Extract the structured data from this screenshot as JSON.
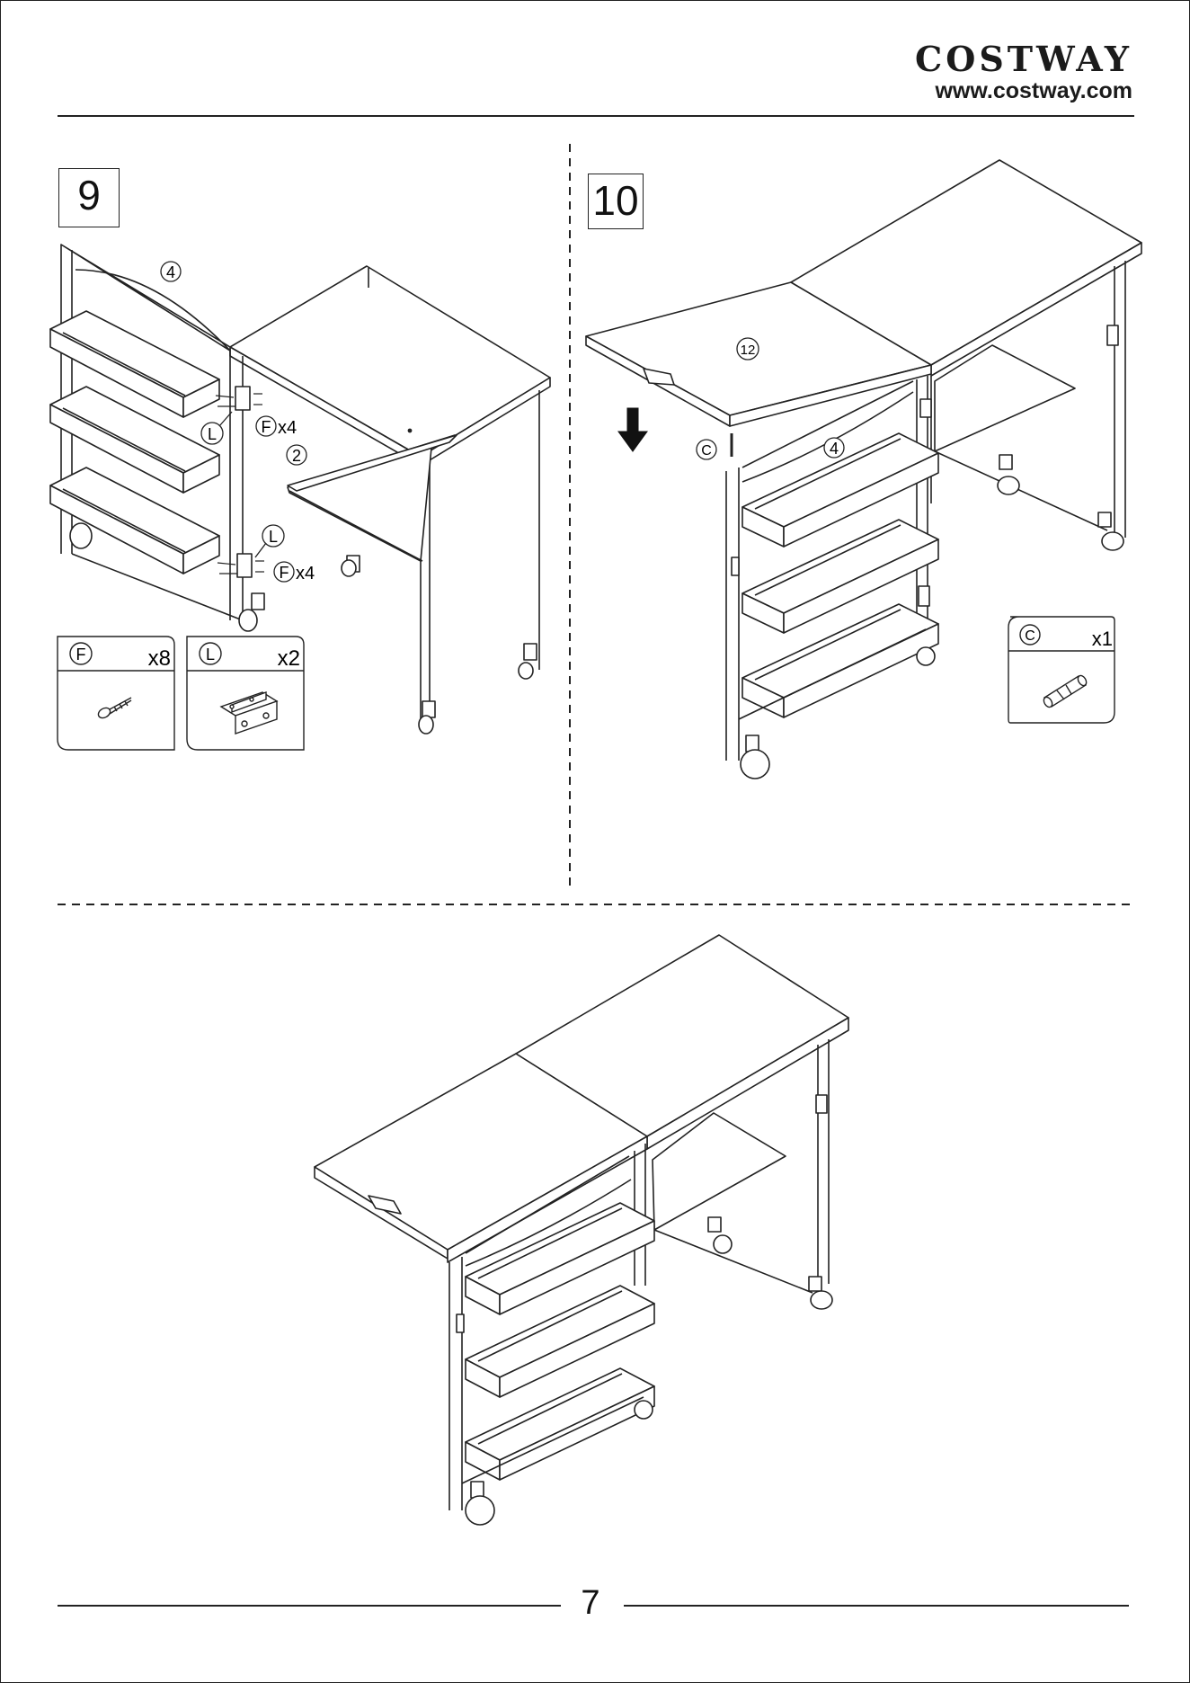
{
  "brand": {
    "name": "COSTWAY",
    "url": "www.costway.com"
  },
  "steps": [
    {
      "number": "9"
    },
    {
      "number": "10"
    }
  ],
  "step9": {
    "callouts": {
      "part4": "4",
      "part2": "2",
      "hingeL": "L",
      "screwF": "F",
      "screwQty": "x4"
    },
    "parts": [
      {
        "letter": "F",
        "qty": "x8",
        "icon": "screw-icon"
      },
      {
        "letter": "L",
        "qty": "x2",
        "icon": "hinge-icon"
      }
    ]
  },
  "step10": {
    "callouts": {
      "part12": "12",
      "part4": "4",
      "pinC": "C"
    },
    "parts": [
      {
        "letter": "C",
        "qty": "x1",
        "icon": "dowel-icon"
      }
    ]
  },
  "footer": {
    "page_number": "7"
  }
}
